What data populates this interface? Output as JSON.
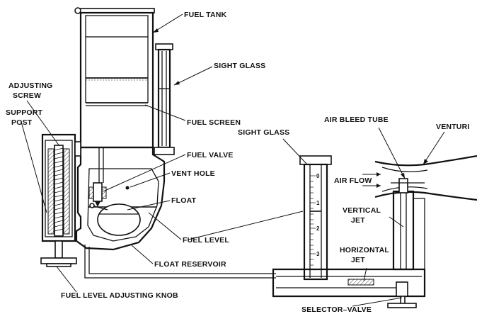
{
  "labels": {
    "fuel_tank": "FUEL TANK",
    "sight_glass_top": "SIGHT GLASS",
    "adjusting_screw_1": "ADJUSTING",
    "adjusting_screw_2": "SCREW",
    "support_post_1": "SUPPORT",
    "support_post_2": "POST",
    "fuel_screen": "FUEL SCREEN",
    "sight_glass_right": "SIGHT GLASS",
    "air_bleed_tube": "AIR BLEED TUBE",
    "venturi": "VENTURI",
    "fuel_valve": "FUEL VALVE",
    "vent_hole": "VENT HOLE",
    "air_flow": "AIR FLOW",
    "float": "FLOAT",
    "vertical_jet_1": "VERTICAL",
    "vertical_jet_2": "JET",
    "fuel_level": "FUEL LEVEL",
    "horizontal_jet_1": "HORIZONTAL",
    "horizontal_jet_2": "JET",
    "float_reservoir": "FLOAT RESERVOIR",
    "fuel_level_adjusting_knob": "FUEL LEVEL ADJUSTING KNOB",
    "selector_valve": "SELECTOR–VALVE"
  },
  "scale": {
    "ticks": [
      "0",
      "1",
      "2",
      "3"
    ]
  }
}
